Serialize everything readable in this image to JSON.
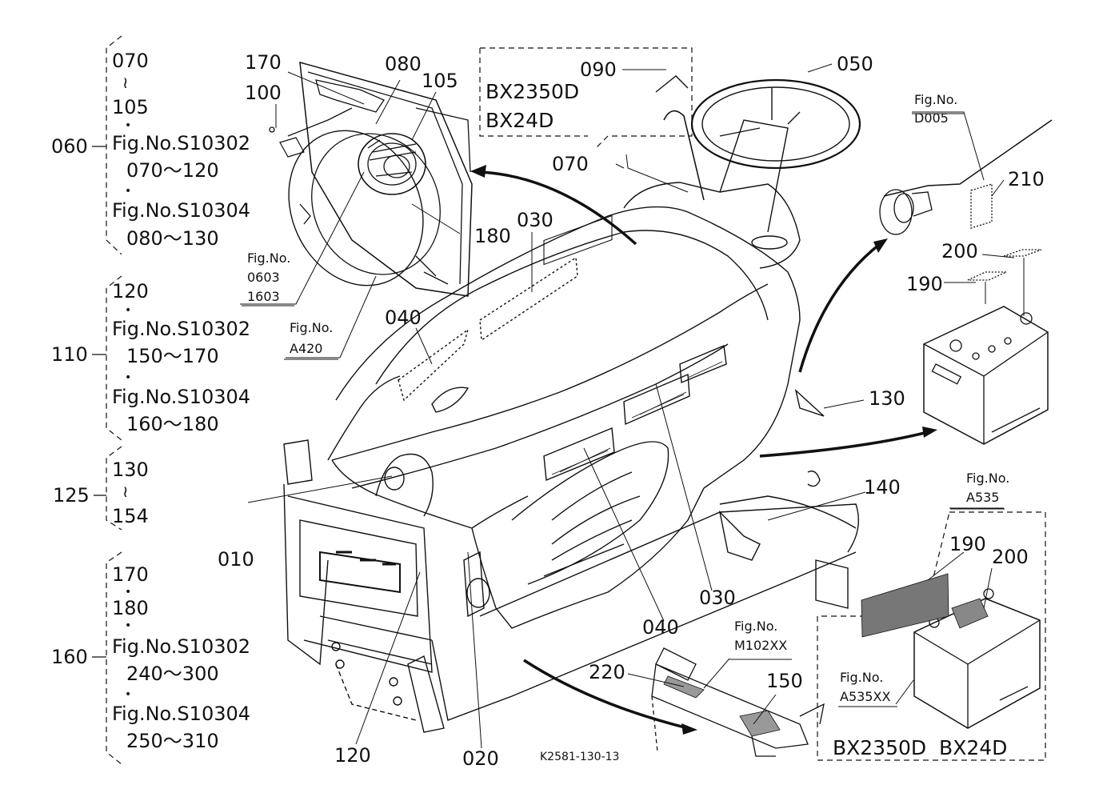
{
  "groups": {
    "g060": {
      "label": "060",
      "range": "070",
      "range_end": "105",
      "ref1": "Fig.No.S10302",
      "ref1_range": "070～120",
      "ref2": "Fig.No.S10304",
      "ref2_range": "080～130"
    },
    "g110": {
      "label": "110",
      "range": "120",
      "ref1": "Fig.No.S10302",
      "ref1_range": "150～170",
      "ref2": "Fig.No.S10304",
      "ref2_range": "160～180"
    },
    "g125": {
      "label": "125",
      "range": "130",
      "range_end": "154"
    },
    "g160": {
      "label": "160",
      "range": "170",
      "range_mid": "180",
      "ref1": "Fig.No.S10302",
      "ref1_range": "240～300",
      "ref2": "Fig.No.S10304",
      "ref2_range": "250～310"
    }
  },
  "tilde": "≀",
  "bullet": "•",
  "parts": {
    "p170": "170",
    "p100": "100",
    "p080": "080",
    "p105": "105",
    "p180": "180",
    "p090": "090",
    "p050": "050",
    "p070": "070",
    "p030a": "030",
    "p040a": "040",
    "p210": "210",
    "p200a": "200",
    "p190a": "190",
    "p130": "130",
    "p140": "140",
    "p010": "010",
    "p030b": "030",
    "p040b": "040",
    "p220": "220",
    "p150": "150",
    "p120": "120",
    "p020": "020",
    "p190b": "190",
    "p200b": "200"
  },
  "refs": {
    "fig0603": {
      "l1": "Fig.No.",
      "l2": "0603",
      "l3": "1603"
    },
    "figA420": {
      "l1": "Fig.No.",
      "l2": "A420"
    },
    "figD005": {
      "l1": "Fig.No.",
      "l2": "D005"
    },
    "figA535": {
      "l1": "Fig.No.",
      "l2": "A535"
    },
    "figM102": {
      "l1": "Fig.No.",
      "l2": "M102XX"
    },
    "figA535XX": {
      "l1": "Fig.No.",
      "l2": "A535XX"
    }
  },
  "model_box": {
    "l1": "BX2350D",
    "l2": "BX24D"
  },
  "battery_box_caption": "BX2350D  BX24D",
  "drawing_code": "K2581-130-13"
}
